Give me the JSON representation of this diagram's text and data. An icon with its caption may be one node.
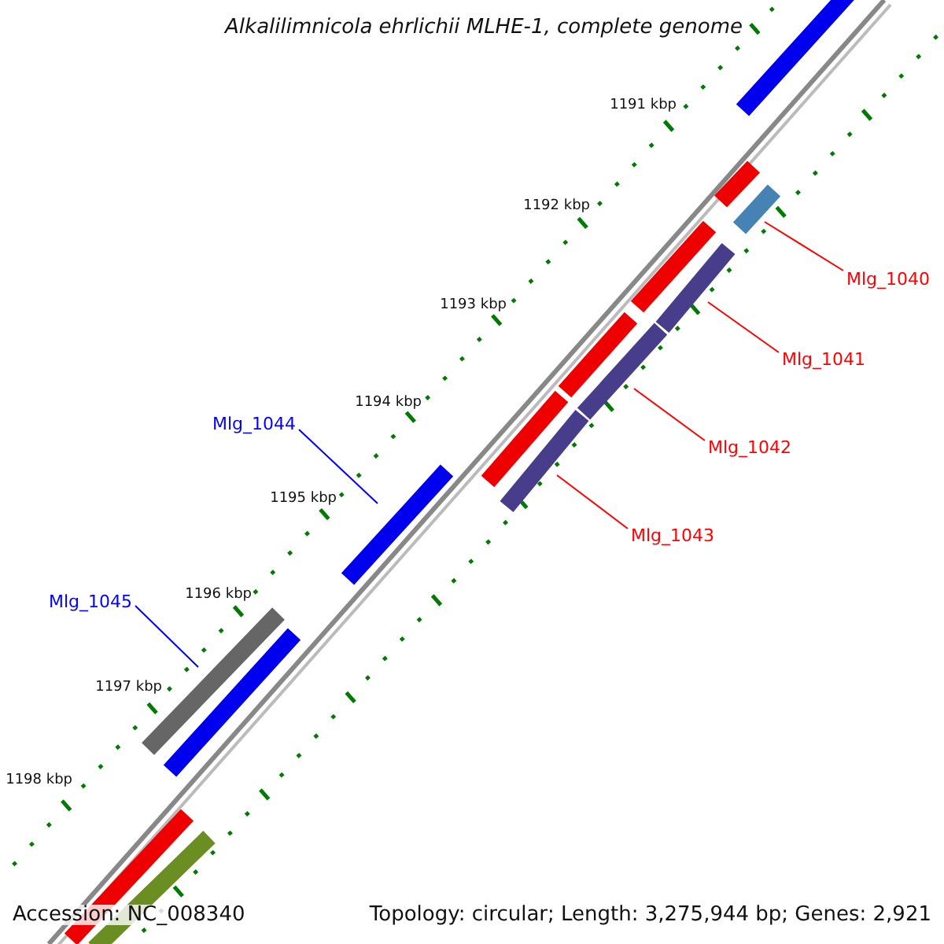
{
  "diagram": {
    "title": "Alkalilimnicola ehrlichii MLHE-1, complete genome",
    "nodes": [
      {
        "text": [],
        "shape": "bar"
      },
      {
        "text": [],
        "shape": "bar"
      },
      {
        "text": [],
        "shape": "bar"
      },
      {
        "text": [
          "Mlg_1040"
        ]
      },
      {
        "text": [],
        "shape": "bar"
      },
      {
        "text": [],
        "shape": "bar"
      },
      {
        "text": [
          "Mlg_1041"
        ]
      },
      {
        "text": [],
        "shape": "bar"
      },
      {
        "text": [],
        "shape": "bar"
      },
      {
        "text": [
          "Mlg_1042"
        ]
      },
      {
        "text": [],
        "shape": "bar"
      },
      {
        "text": [],
        "shape": "bar"
      },
      {
        "text": [
          "Mlg_1043"
        ]
      },
      {
        "text": [
          "Mlg_1044"
        ]
      },
      {
        "text": [],
        "shape": "bar"
      },
      {
        "text": [
          "Mlg_1045"
        ]
      },
      {
        "text": [],
        "shape": "bar"
      },
      {
        "text": [],
        "shape": "bar"
      },
      {
        "text": [],
        "shape": "bar"
      },
      {
        "text": [],
        "shape": "bar"
      }
    ],
    "edges": [
      {
        "from": 3,
        "to": 2,
        "arrow": "none"
      },
      {
        "from": 6,
        "to": 5,
        "arrow": "none"
      },
      {
        "from": 9,
        "to": 8,
        "arrow": "none"
      },
      {
        "from": 12,
        "to": 11,
        "arrow": "none"
      },
      {
        "from": 13,
        "to": 14,
        "arrow": "none",
        "color": "#0000ff"
      },
      {
        "from": 15,
        "to": 16,
        "arrow": "none",
        "color": "#0000ff"
      }
    ],
    "labels": [
      "1191 kbp",
      "1192 kbp",
      "1193 kbp",
      "1194 kbp",
      "1195 kbp",
      "1196 kbp",
      "1197 kbp",
      "1198 kbp",
      "Accession: NC_008340",
      "Topology: circular; Length: 3,275,944 bp; Genes: 2,921"
    ]
  }
}
